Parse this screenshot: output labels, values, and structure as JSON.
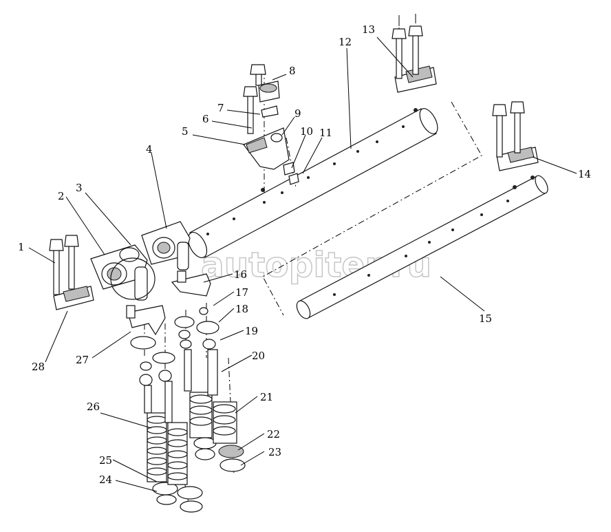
{
  "watermark": "autopiter.ru",
  "callouts": [
    "1",
    "2",
    "3",
    "4",
    "5",
    "6",
    "7",
    "8",
    "9",
    "10",
    "11",
    "12",
    "13",
    "14",
    "15",
    "16",
    "17",
    "18",
    "19",
    "20",
    "21",
    "22",
    "23",
    "24",
    "25",
    "26",
    "27",
    "28"
  ]
}
